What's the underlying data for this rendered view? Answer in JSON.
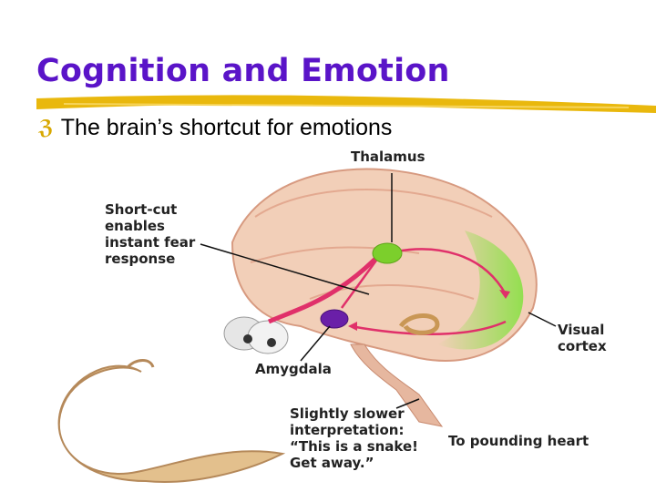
{
  "slide": {
    "title": "Cognition and Emotion",
    "bullet_icon": "z-bullet-icon",
    "bullet_text": "The brain’s shortcut for emotions"
  },
  "figure": {
    "labels": {
      "thalamus": "Thalamus",
      "shortcut": [
        "Short-cut",
        "enables",
        "instant fear",
        "response"
      ],
      "visual_cortex": [
        "Visual",
        "cortex"
      ],
      "amygdala": "Amygdala",
      "slower": [
        "Slightly slower",
        "interpretation:",
        "“This is a snake!",
        "Get away.”"
      ],
      "heart": "To pounding heart"
    }
  },
  "colors": {
    "title": "#5a14c8",
    "underline": "#e8b400",
    "thalamus": "#7ccf2c",
    "amygdala": "#6a1fa8",
    "pathway": "#e0306a"
  }
}
